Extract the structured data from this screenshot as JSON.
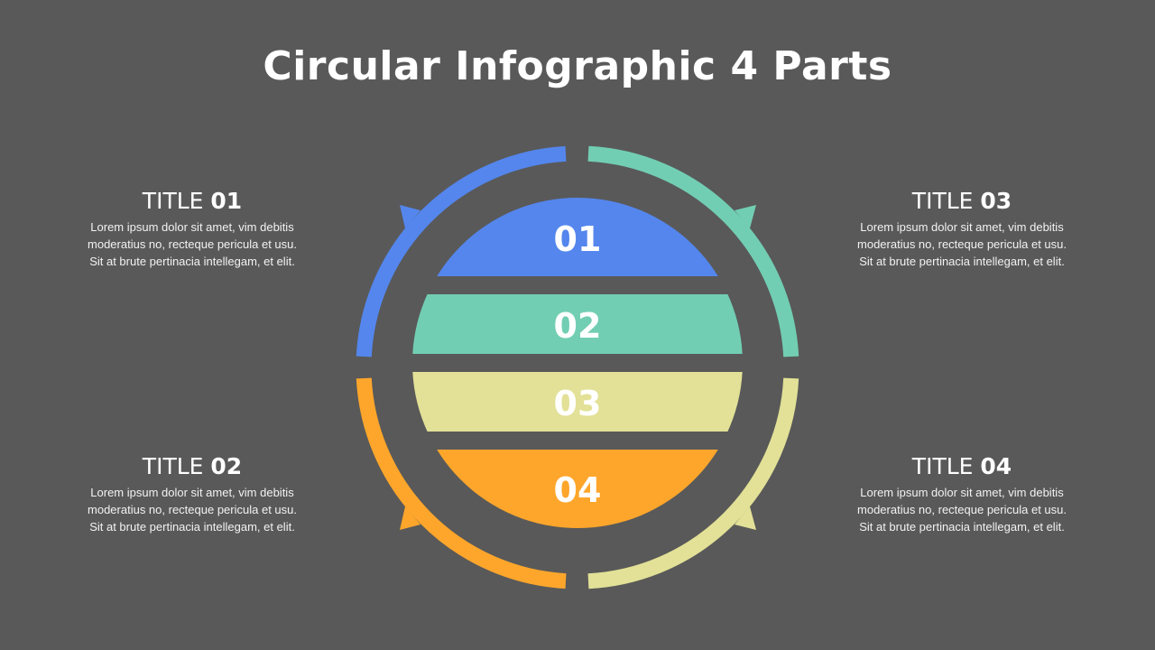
{
  "page": {
    "title": "Circular Infographic 4 Parts"
  },
  "colors": {
    "background": "#595959",
    "part1": "#5486ED",
    "part2": "#72CEB3",
    "part3": "#E2E197",
    "part4": "#FDA62B"
  },
  "center": {
    "bands": [
      {
        "label": "01",
        "color": "#5486ED"
      },
      {
        "label": "02",
        "color": "#72CEB3"
      },
      {
        "label": "03",
        "color": "#E2E197"
      },
      {
        "label": "04",
        "color": "#FDA62B"
      }
    ]
  },
  "blocks": [
    {
      "title_prefix": "TITLE ",
      "title_num": "01",
      "text": [
        "Lorem ipsum dolor sit amet, vim debitis",
        "moderatius no, recteque pericula et usu.",
        "Sit at brute pertinacia intellegam, et elit."
      ]
    },
    {
      "title_prefix": "TITLE ",
      "title_num": "02",
      "text": [
        "Lorem ipsum dolor sit amet, vim debitis",
        "moderatius no, recteque pericula et usu.",
        "Sit at brute pertinacia intellegam, et elit."
      ]
    },
    {
      "title_prefix": "TITLE ",
      "title_num": "03",
      "text": [
        "Lorem ipsum dolor sit amet, vim debitis",
        "moderatius no, recteque pericula et usu.",
        "Sit at brute pertinacia intellegam, et elit."
      ]
    },
    {
      "title_prefix": "TITLE ",
      "title_num": "04",
      "text": [
        "Lorem ipsum dolor sit amet, vim debitis",
        "moderatius no, recteque pericula et usu.",
        "Sit at brute pertinacia intellegam, et elit."
      ]
    }
  ]
}
